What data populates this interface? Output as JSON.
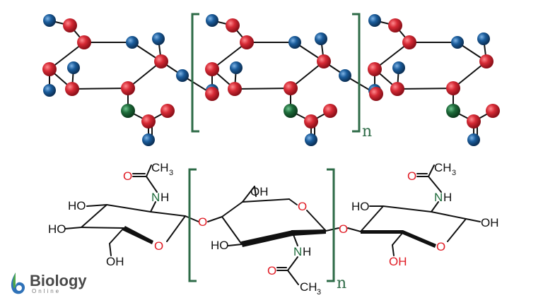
{
  "colors": {
    "carbon": "#d42a35",
    "oxygen": "#1b5d9c",
    "nitrogen": "#1d6b3a",
    "bond": "#111111",
    "bracket": "#2e6b47",
    "label_o": "#e01b24",
    "label_n": "#1d6b3a",
    "label_dark": "#111111"
  },
  "repeat_label": "n",
  "structural_labels": {
    "ch3": "CH",
    "ch3_sub": "3",
    "o": "O",
    "n": "N",
    "h": "H",
    "ho": "HO",
    "oh": "OH"
  },
  "logo": {
    "wordmark": "Biology",
    "subtext": "Online"
  }
}
